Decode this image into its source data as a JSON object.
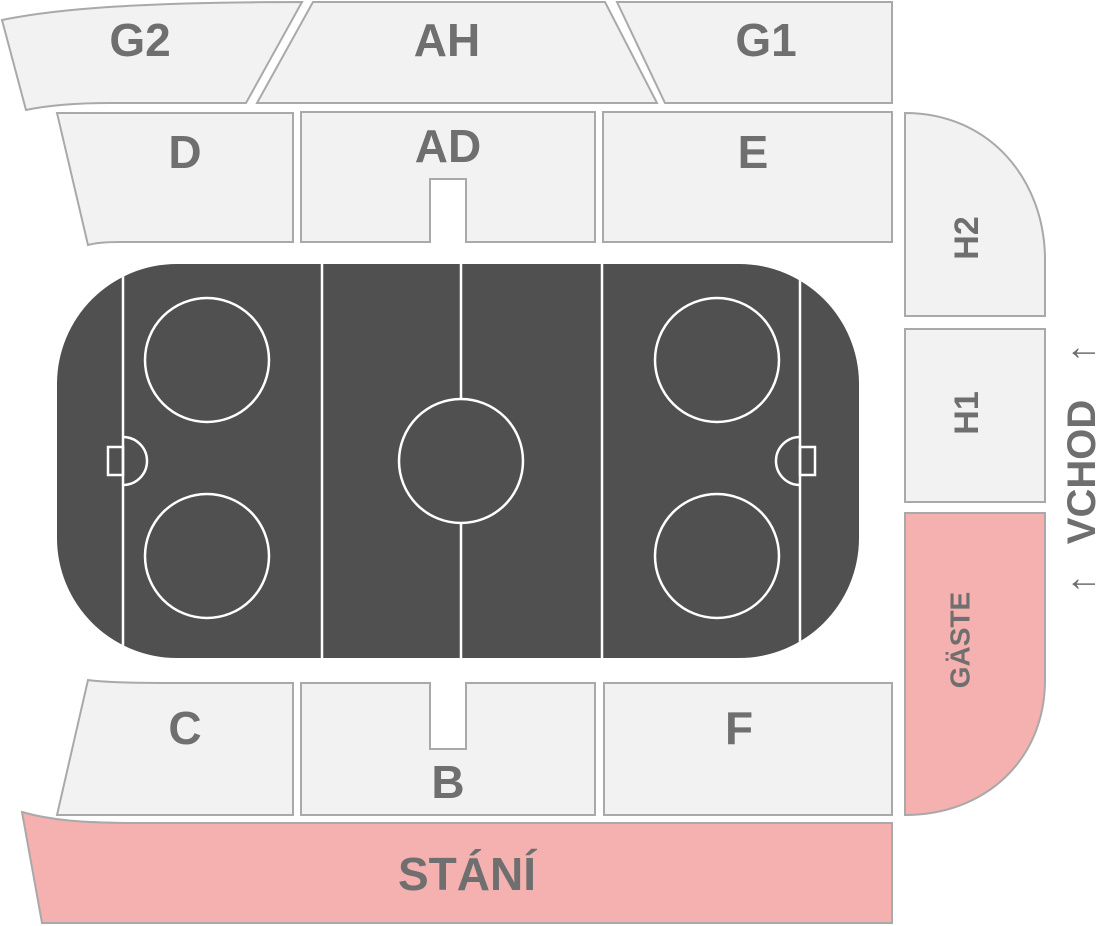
{
  "sections": {
    "G2": "G2",
    "AH": "AH",
    "G1": "G1",
    "D": "D",
    "AD": "AD",
    "E": "E",
    "H2": "H2",
    "H1": "H1",
    "GASTE": "GÄSTE",
    "C": "C",
    "B": "B",
    "F": "F",
    "STANI": "STÁNÍ"
  },
  "entrance": {
    "label": "VCHOD",
    "arrow": "↑"
  },
  "colors": {
    "seat": "#f2f2f2",
    "standing": "#f5b0b0",
    "rink": "#505050",
    "text": "#6f6f6f"
  }
}
